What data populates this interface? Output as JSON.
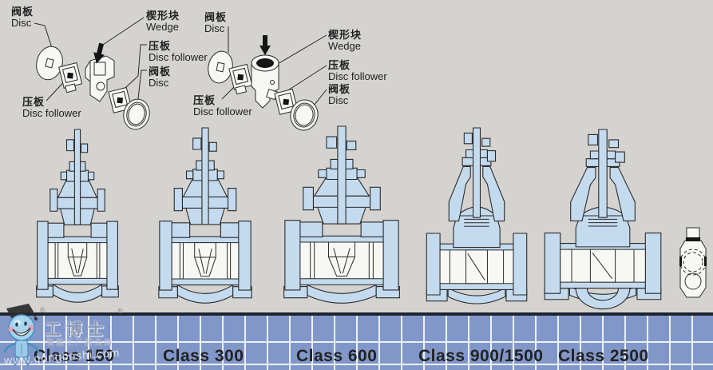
{
  "colors": {
    "bg": "#d5d3d0",
    "valve": "#c4daee",
    "outline": "#2b2b2b",
    "band": "#8197ca",
    "bandline": "#edf1f8",
    "bandtop": "#1c2430",
    "ink": "#1f1f1f"
  },
  "exploded": [
    {
      "labels": [
        {
          "zh": "阀板",
          "en": "Disc"
        },
        {
          "zh": "楔形块",
          "en": "Wedge"
        },
        {
          "zh": "压板",
          "en": "Disc follower"
        },
        {
          "zh": "阀板",
          "en": "Disc"
        },
        {
          "zh": "压板",
          "en": "Disc follower"
        }
      ]
    },
    {
      "labels": [
        {
          "zh": "阀板",
          "en": "Disc"
        },
        {
          "zh": "楔形块",
          "en": "Wedge"
        },
        {
          "zh": "压板",
          "en": "Disc follower"
        },
        {
          "zh": "阀板",
          "en": "Disc"
        },
        {
          "zh": "压板",
          "en": "Disc follower"
        }
      ]
    }
  ],
  "classes": [
    {
      "label": "Class 150"
    },
    {
      "label": "Class 300"
    },
    {
      "label": "Class 600"
    },
    {
      "label": "Class 900/1500"
    },
    {
      "label": "Class 2500"
    }
  ],
  "watermark": {
    "brand": "工博士",
    "registered": "®",
    "tagline": "智能工厂服务商",
    "url": "www.gongboshi.com"
  }
}
